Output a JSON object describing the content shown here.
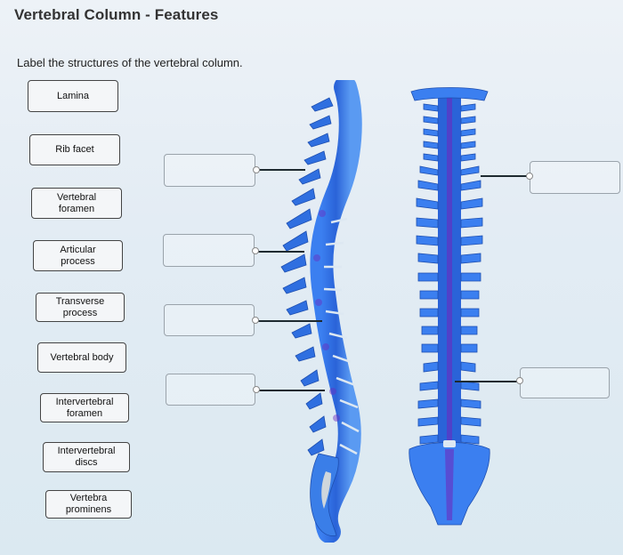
{
  "header": {
    "title": "Vertebral Column - Features",
    "instructions": "Label the structures of the vertebral column."
  },
  "label_bank": [
    {
      "id": "lamina",
      "label": "Lamina"
    },
    {
      "id": "rib-facet",
      "label": "Rib facet"
    },
    {
      "id": "vertebral-foramen",
      "label": "Vertebral\nforamen"
    },
    {
      "id": "articular-process",
      "label": "Articular\nprocess"
    },
    {
      "id": "transverse-process",
      "label": "Transverse\nprocess"
    },
    {
      "id": "vertebral-body",
      "label": "Vertebral body"
    },
    {
      "id": "intervertebral-foramen",
      "label": "Intervertebral\nforamen"
    },
    {
      "id": "intervertebral-discs",
      "label": "Intervertebral\ndiscs"
    },
    {
      "id": "vertebra-prominens",
      "label": "Vertebra\nprominens"
    }
  ],
  "drop_targets": [
    {
      "id": "target-1",
      "side": "left",
      "value": ""
    },
    {
      "id": "target-2",
      "side": "left",
      "value": ""
    },
    {
      "id": "target-3",
      "side": "left",
      "value": ""
    },
    {
      "id": "target-4",
      "side": "left",
      "value": ""
    },
    {
      "id": "target-5",
      "side": "right",
      "value": ""
    },
    {
      "id": "target-6",
      "side": "right",
      "value": ""
    }
  ],
  "illustrations": {
    "lateral_view": "vertebral column lateral view",
    "posterior_view": "vertebral column posterior view"
  },
  "colors": {
    "bone_blue": "#2f6fe0",
    "bone_light": "#5aa0f0",
    "bone_shadow": "#6a2cc0",
    "disc": "#d8e4ee",
    "leader_line": "#1e2a30"
  }
}
